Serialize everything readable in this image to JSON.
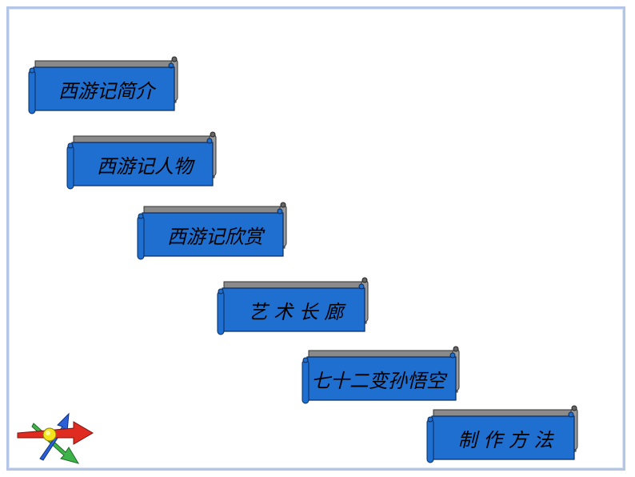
{
  "slide": {
    "menu_items": [
      {
        "label": "西游记简介"
      },
      {
        "label": "西游记人物"
      },
      {
        "label": "西游记欣赏"
      },
      {
        "label": "艺 术 长 廊"
      },
      {
        "label": "七十二变孙悟空"
      },
      {
        "label": "制 作 方 法"
      }
    ]
  },
  "colors": {
    "scroll_fill": "#1f6fd0",
    "scroll_shadow": "#7f7f7f",
    "frame_border": "#b4c6e7"
  },
  "icons": {
    "nav": "crossed-arrows-icon"
  }
}
